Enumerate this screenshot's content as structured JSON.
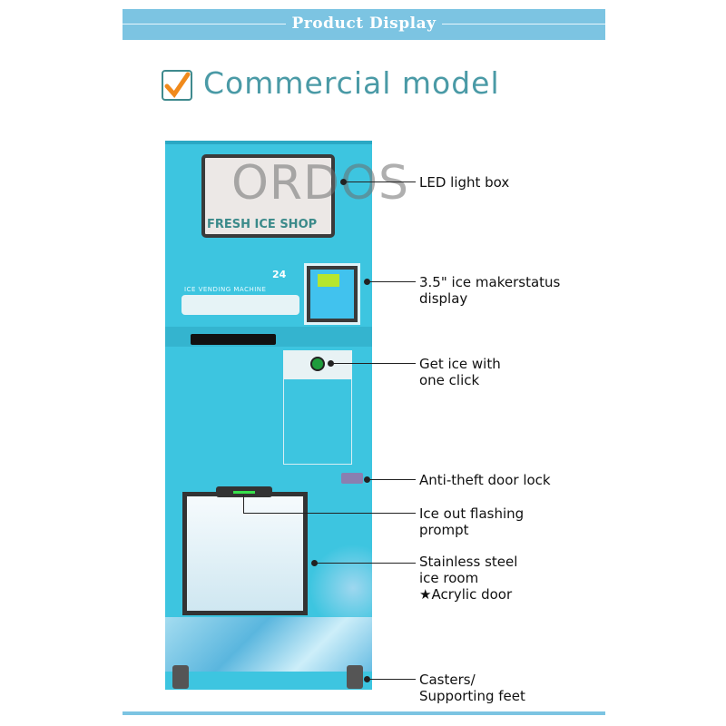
{
  "banner": {
    "title": "Product Display"
  },
  "heading": {
    "title": "Commercial model",
    "icon": "checkbox-checked-icon"
  },
  "machine": {
    "watermark": "ORDOS",
    "lightbox_text": "FRESH ICE SHOP",
    "panel_text": "ICE VENDING MACHINE",
    "badge": "24"
  },
  "labels": [
    {
      "text": "LED light box"
    },
    {
      "text": "3.5\" ice makerstatus display"
    },
    {
      "text": "Get ice with one click"
    },
    {
      "text": "Anti-theft door lock"
    },
    {
      "text": "Ice out flashing prompt"
    },
    {
      "text": "Stainless steel ice room ★Acrylic door"
    },
    {
      "text": "Casters/ Supporting feet"
    }
  ],
  "colors": {
    "banner": "#7cc4e2",
    "machine": "#3dc5e0",
    "heading": "#4a9aa6",
    "check": "#f08a1c"
  }
}
